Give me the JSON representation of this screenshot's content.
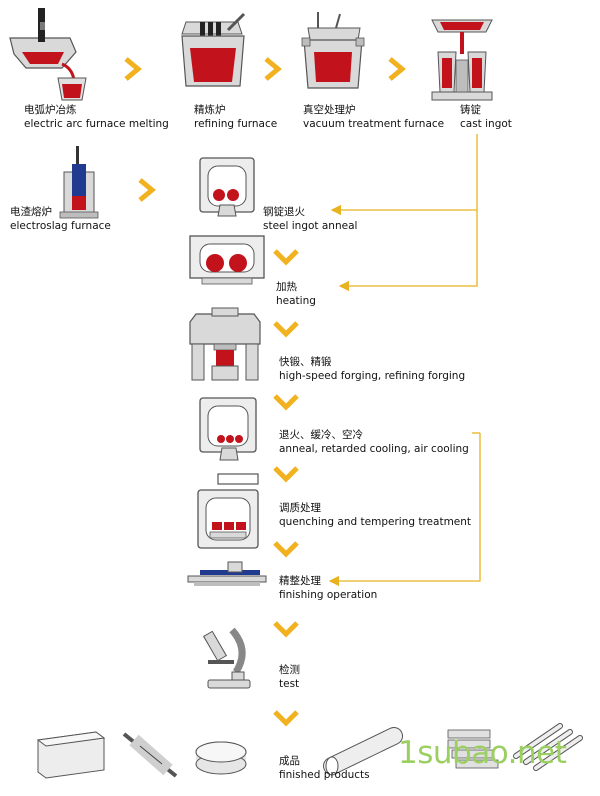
{
  "steps": {
    "eaf": {
      "zh": "电弧炉冶炼",
      "en": "electric arc furnace melting"
    },
    "refining": {
      "zh": "精炼炉",
      "en": "refining furnace"
    },
    "vacuum": {
      "zh": "真空处理炉",
      "en": "vacuum treatment furnace"
    },
    "cast": {
      "zh": "铸锭",
      "en": "cast ingot"
    },
    "esr": {
      "zh": "电渣熔炉",
      "en": "electroslag furnace"
    },
    "anneal_ingot": {
      "zh": "钢锭退火",
      "en": "steel ingot anneal"
    },
    "heating": {
      "zh": "加热",
      "en": "heating"
    },
    "forging": {
      "zh": "快锻、精锻",
      "en": "high-speed forging, refining forging"
    },
    "cooling": {
      "zh": "退火、缓冷、空冷",
      "en": "anneal, retarded cooling, air cooling"
    },
    "quench": {
      "zh": "调质处理",
      "en": "quenching and tempering treatment"
    },
    "finishing": {
      "zh": "精整处理",
      "en": "finishing operation"
    },
    "test": {
      "zh": "检测",
      "en": "test"
    },
    "products": {
      "zh": "成品",
      "en": "finished products"
    }
  },
  "watermark": "1subao.net",
  "colors": {
    "arrow": "#f2b11e",
    "line": "#e8b320",
    "steel": "#c2121b",
    "equip": "#d9d9d9",
    "outline": "#555555",
    "esr_core": "#1f3a8f"
  }
}
